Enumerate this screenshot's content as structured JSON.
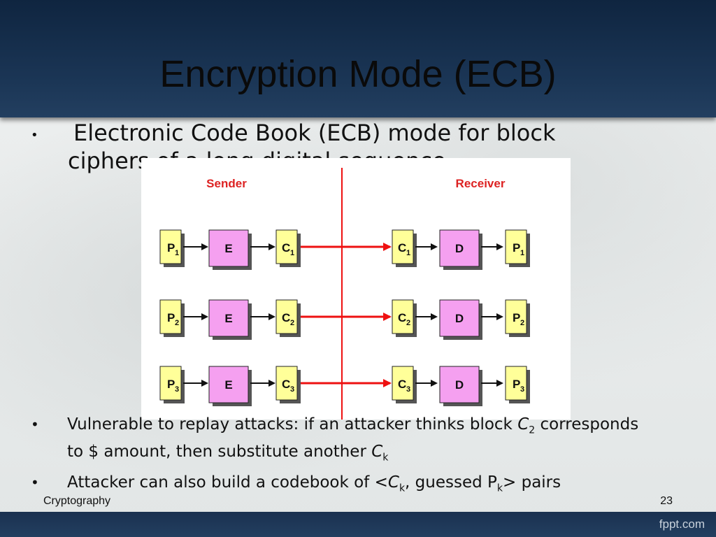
{
  "slide": {
    "title": "Encryption Mode (ECB)",
    "top_bullet": {
      "line1": "Electronic Code Book (ECB) mode for block",
      "line2": "ciphers of a long digital sequence"
    },
    "diagram": {
      "sender_label": "Sender",
      "receiver_label": "Receiver",
      "encrypt_label": "E",
      "decrypt_label": "D",
      "rows": [
        {
          "p": "P",
          "c": "C",
          "sub": "1"
        },
        {
          "p": "P",
          "c": "C",
          "sub": "2"
        },
        {
          "p": "P",
          "c": "C",
          "sub": "3"
        }
      ],
      "colors": {
        "p_box": "#ffff99",
        "e_box": "#f5a0f0",
        "divider": "#ee1111",
        "label": "#dd2222"
      }
    },
    "bullets": [
      {
        "pre": "Vulnerable to replay attacks: if an attacker thinks block ",
        "c2": "C",
        "c2_sub": "2",
        "mid": " corresponds to $ amount, then substitute another ",
        "ck": "C",
        "ck_sub": "k"
      },
      {
        "pre": "Attacker can also build a codebook of <",
        "ck": "C",
        "ck_sub": "k",
        "mid": ", guessed P",
        "pk_sub": "k",
        "post": "> pairs"
      }
    ],
    "footer_left": "Cryptography",
    "page_number": "23",
    "watermark": "fppt.com"
  }
}
